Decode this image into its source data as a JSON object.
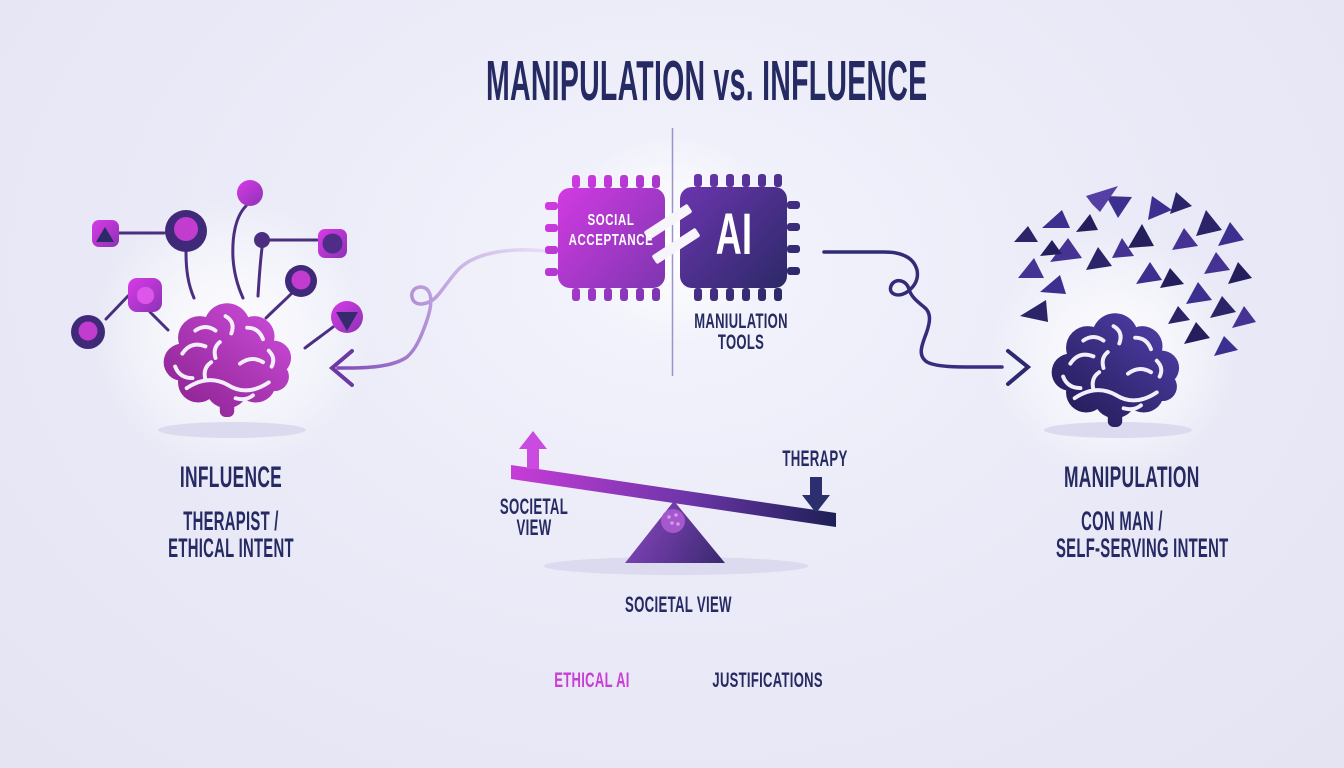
{
  "title": "MANIPULATION vs. INFLUENCE",
  "center": {
    "chip_social": {
      "line1": "SOCIAL",
      "line2": "ACCEPTANCE"
    },
    "chip_ai": "AI",
    "tools": {
      "line1": "MANIULATION",
      "line2": "TOOLS"
    }
  },
  "influence": {
    "heading": "INFLUENCE",
    "line1": "THERAPIST /",
    "line2": "ETHICAL INTENT"
  },
  "manipulation": {
    "heading": "MANIPULATION",
    "line1": "CON MAN /",
    "line2": "SELF-SERVING INTENT"
  },
  "seesaw": {
    "left_line1": "SOCIETAL",
    "left_line2": "VIEW",
    "right": "THERAPY",
    "bottom": "SOCIETAL VIEW"
  },
  "footer": {
    "ethical": "ETHICAL AI",
    "justifications": "JUSTIFICATIONS"
  },
  "icons": {
    "left": "brain-with-network-nodes",
    "right": "brain-shattered-shards",
    "center_left_chip": "microchip",
    "center_right_chip": "microchip",
    "between_chips": "not-equal-bars",
    "balance": "seesaw-scale",
    "left_connector": "curly-arrow-left",
    "right_connector": "curly-arrow-right"
  },
  "colors": {
    "background": "#e9e9f7",
    "navy_text": "#262a63",
    "magenta": "#c93fd6",
    "purple": "#7b3daf",
    "dark_indigo": "#2e2770",
    "lilac_line": "#c9a4e6"
  }
}
